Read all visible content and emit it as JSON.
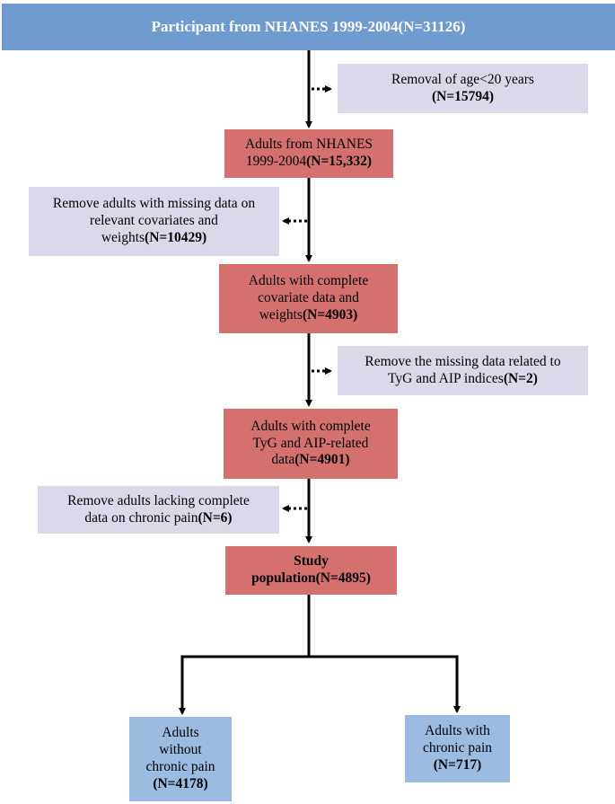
{
  "flowchart": {
    "header": {
      "text": "Participant from NHANES 1999-2004(N=31126)"
    },
    "exclusion1": {
      "line1": "Removal of age<20 years",
      "count": "(N=15794)"
    },
    "stage1": {
      "line1": "Adults from NHANES",
      "line2": "1999-2004",
      "count": "(N=15,332)"
    },
    "exclusion2": {
      "line1": "Remove adults with missing data on",
      "line2": "relevant covariates and",
      "line3": "weights",
      "count": "(N=10429)"
    },
    "stage2": {
      "line1": "Adults with complete",
      "line2": "covariate data and",
      "line3": "weights",
      "count": "(N=4903)"
    },
    "exclusion3": {
      "line1": "Remove the missing data related to",
      "line2": "TyG and AIP indices",
      "count": "(N=2)"
    },
    "stage3": {
      "line1": "Adults with complete",
      "line2": "TyG and AIP-related",
      "line3": "data",
      "count": "(N=4901)"
    },
    "exclusion4": {
      "line1": "Remove adults lacking complete",
      "line2": "data on chronic pain",
      "count": "(N=6)"
    },
    "study": {
      "line1": "Study",
      "line2": "population",
      "count": "(N=4895)"
    },
    "group_left": {
      "line1": "Adults",
      "line2": "without",
      "line3": "chronic pain",
      "count": "(N=4178)"
    },
    "group_right": {
      "line1": "Adults with",
      "line2": "chronic pain",
      "count": "(N=717)"
    }
  }
}
